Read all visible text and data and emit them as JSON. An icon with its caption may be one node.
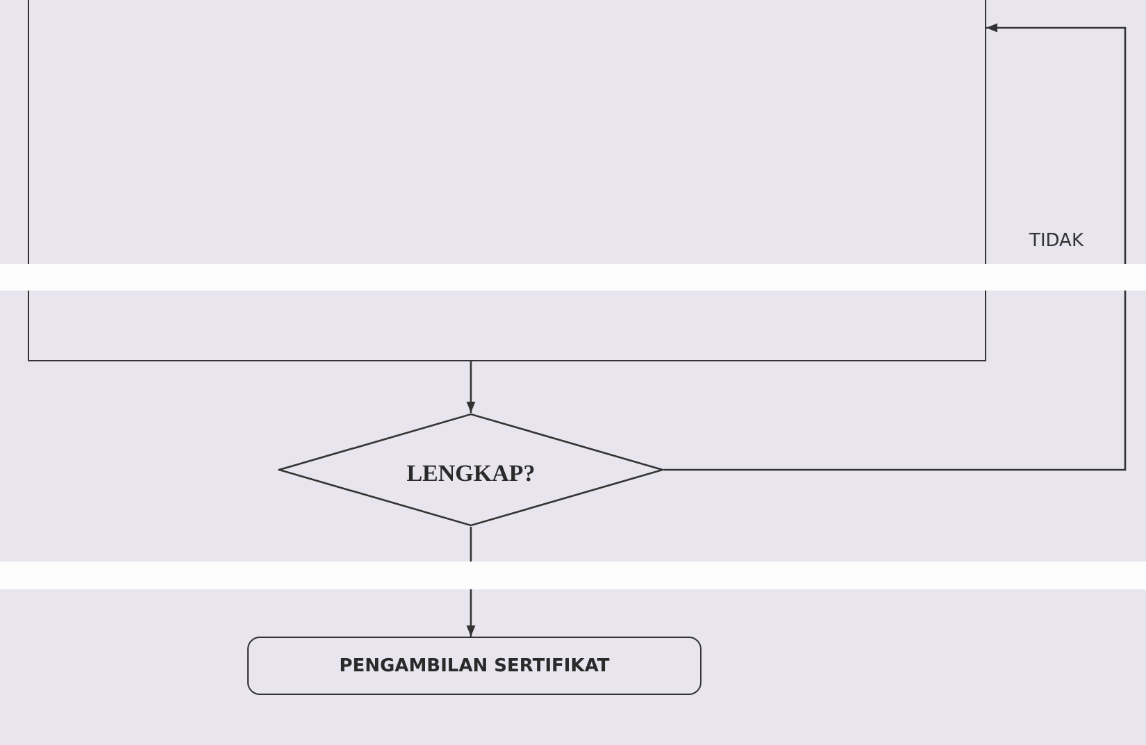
{
  "diagram": {
    "nodes": [
      {
        "text": [],
        "shape": "box"
      },
      {
        "text": [
          "LENGKAP?"
        ]
      },
      {
        "text": [
          "PENGAMBILAN SERTIFIKAT"
        ]
      }
    ],
    "edges": [
      {
        "from": 0,
        "to": 1,
        "arrow": "to"
      },
      {
        "from": 1,
        "to": 0,
        "arrow": "to",
        "label": "TIDAK"
      },
      {
        "from": 1,
        "to": 2,
        "arrow": "to"
      }
    ]
  }
}
